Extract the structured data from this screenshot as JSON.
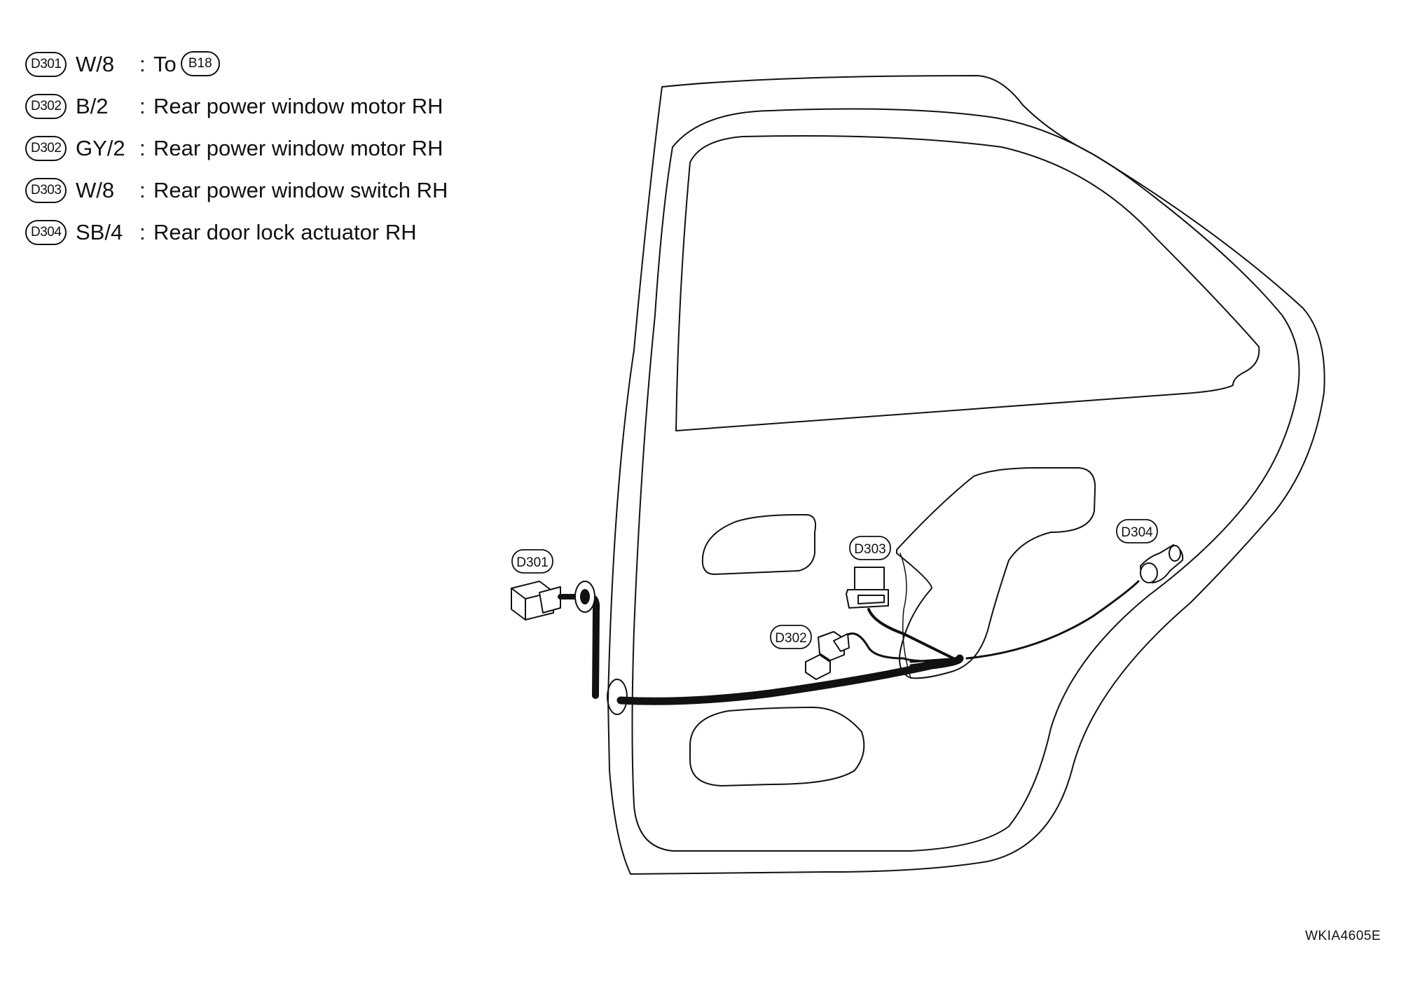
{
  "legend": [
    {
      "connector": "D301",
      "wire": "W/8",
      "separator": ":",
      "description": "To",
      "ref": "B18"
    },
    {
      "connector": "D302",
      "wire": "B/2",
      "separator": ":",
      "description": "Rear power window motor RH"
    },
    {
      "connector": "D302",
      "wire": "GY/2",
      "separator": ":",
      "description": "Rear power window motor RH"
    },
    {
      "connector": "D303",
      "wire": "W/8",
      "separator": ":",
      "description": "Rear power window switch RH"
    },
    {
      "connector": "D304",
      "wire": "SB/4",
      "separator": ":",
      "description": "Rear door lock actuator RH"
    }
  ],
  "callouts": {
    "d301": "D301",
    "d302": "D302",
    "d303": "D303",
    "d304": "D304"
  },
  "figure_code": "WKIA4605E"
}
